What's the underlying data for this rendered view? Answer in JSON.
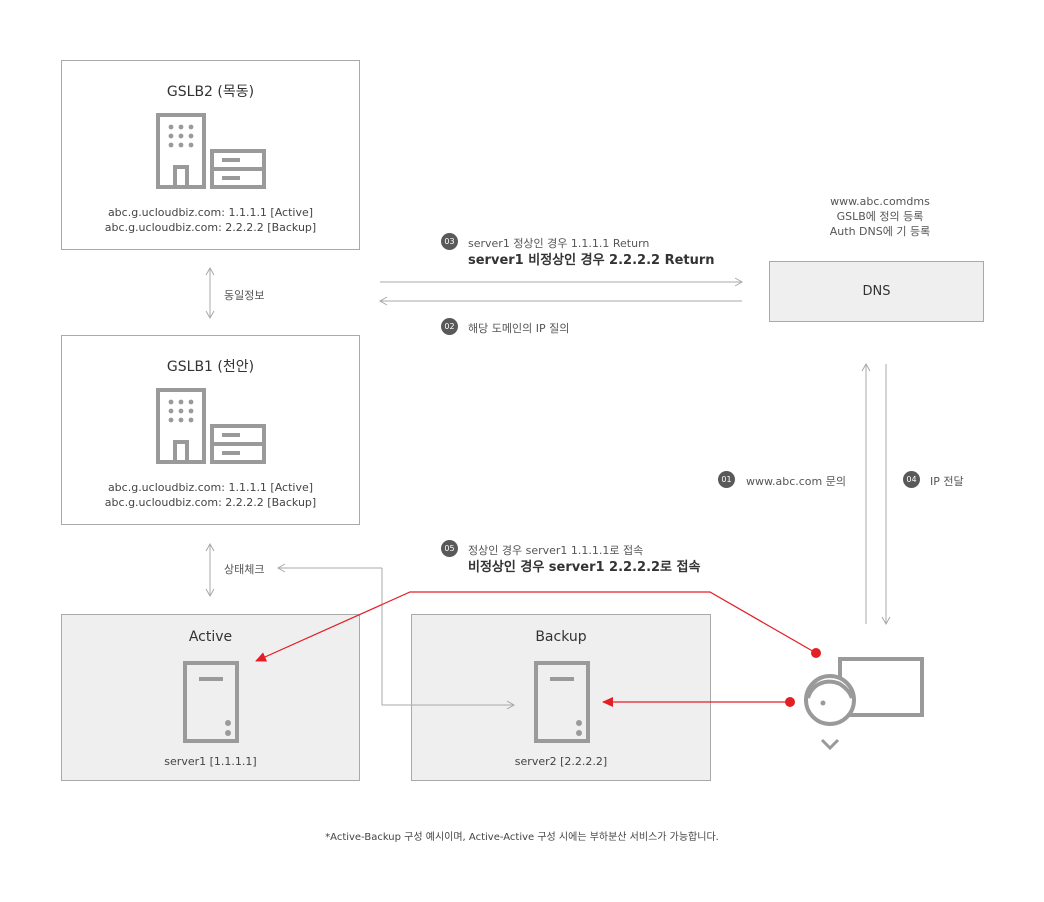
{
  "gslb2": {
    "title": "GSLB2 (목동)",
    "line1": "abc.g.ucloudbiz.com: 1.1.1.1 [Active]",
    "line2": "abc.g.ucloudbiz.com: 2.2.2.2 [Backup]"
  },
  "gslb1": {
    "title": "GSLB1 (천안)",
    "line1": "abc.g.ucloudbiz.com: 1.1.1.1 [Active]",
    "line2": "abc.g.ucloudbiz.com: 2.2.2.2 [Backup]"
  },
  "sync_label": "동일정보",
  "health_label": "상태체크",
  "dns": {
    "title": "DNS",
    "info1": "www.abc.comdms",
    "info2": "GSLB에 정의 등록",
    "info3": "Auth DNS에 기 등록"
  },
  "active": {
    "title": "Active",
    "server": "server1 [1.1.1.1]"
  },
  "backup": {
    "title": "Backup",
    "server": "server2 [2.2.2.2]"
  },
  "steps": {
    "s01": {
      "num": "01",
      "text": "www.abc.com 문의"
    },
    "s02": {
      "num": "02",
      "text": "해당 도메인의 IP 질의"
    },
    "s03": {
      "num": "03",
      "text": "server1 정상인 경우 1.1.1.1 Return",
      "bold": "server1 비정상인 경우 2.2.2.2 Return"
    },
    "s04": {
      "num": "04",
      "text": "IP 전달"
    },
    "s05": {
      "num": "05",
      "text": "정상인 경우 server1 1.1.1.1로 접속",
      "bold": "비정상인 경우 server1 2.2.2.2로 접속"
    }
  },
  "footnote": "*Active-Backup 구성 예시이며, Active-Active  구성 시에는 부하분산 서비스가 가능합니다.",
  "colors": {
    "accent": "#e31e24",
    "line": "#a9a9a9",
    "icon": "#9a9a9a",
    "badge": "#595959"
  }
}
